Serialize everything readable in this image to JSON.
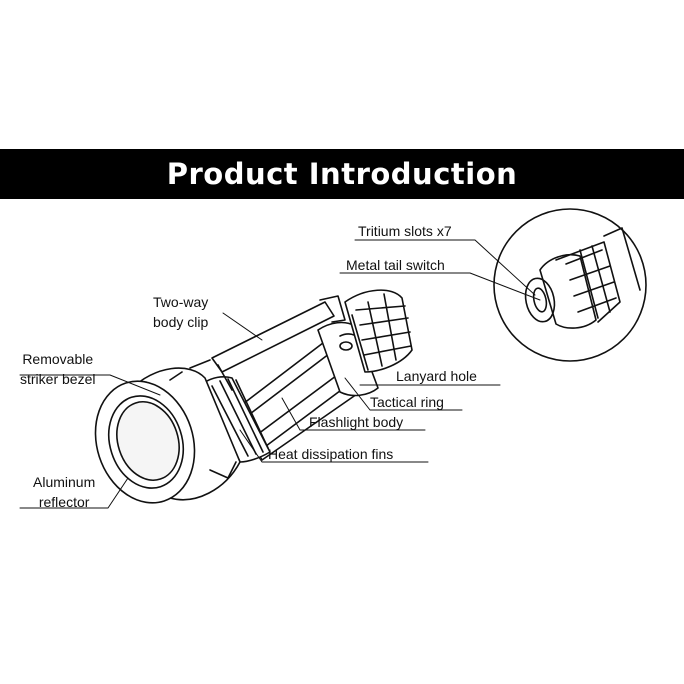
{
  "banner": {
    "title": "Product Introduction"
  },
  "labels": {
    "tritium_slots": "Tritium slots x7",
    "metal_tail_switch": "Metal tail switch",
    "two_way_body_clip_1": "Two-way",
    "two_way_body_clip_2": "body clip",
    "removable_striker_bezel_1": "Removable",
    "removable_striker_bezel_2": "striker bezel",
    "lanyard_hole": "Lanyard hole",
    "tactical_ring": "Tactical ring",
    "flashlight_body": "Flashlight body",
    "heat_dissipation_fins": "Heat dissipation fins",
    "aluminum_reflector_1": "Aluminum",
    "aluminum_reflector_2": "reflector"
  },
  "colors": {
    "banner_bg": "#000000",
    "banner_text": "#ffffff",
    "line": "#111111"
  }
}
